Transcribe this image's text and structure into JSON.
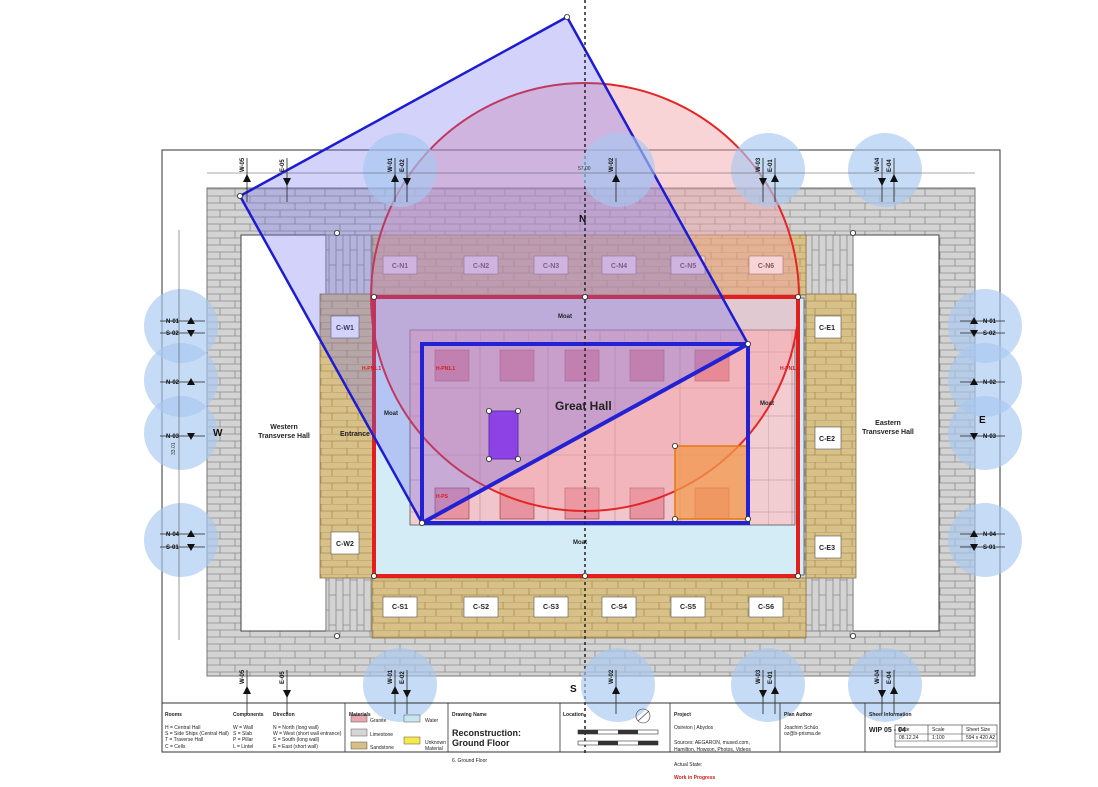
{
  "compass": {
    "north": "N",
    "south": "S",
    "west": "W",
    "east": "E"
  },
  "halls": {
    "great_hall": "Great Hall",
    "western": "Western\nTransverse Hall",
    "eastern": "Eastern\nTransverse Hall",
    "entrance": "Entrance",
    "moat": "Moat"
  },
  "cells_north": [
    "C-N1",
    "C-N2",
    "C-N3",
    "C-N4",
    "C-N5",
    "C-N6"
  ],
  "cells_south": [
    "C-S1",
    "C-S2",
    "C-S3",
    "C-S4",
    "C-S5",
    "C-S6"
  ],
  "cells_west": [
    "C-W1",
    "C-W2"
  ],
  "cells_east": [
    "C-E1",
    "C-E2",
    "C-E3"
  ],
  "pillar_labels": {
    "h_pn11_left": "H-PN1.1",
    "h_pn11_inner": "H-PN1.1",
    "h_pn11_right": "H-PN1.1",
    "h_ps": "H-PS"
  },
  "dimension": {
    "total_width": "57.00",
    "height": "33.01"
  },
  "section_markers": {
    "top": [
      "W-05",
      "E-05",
      "W-01",
      "E-02",
      "W-02",
      "W-03",
      "E-01",
      "W-04",
      "E-04"
    ],
    "bottom": [
      "W-05",
      "E-05",
      "W-01",
      "E-02",
      "W-02",
      "W-03",
      "E-01",
      "W-04",
      "E-04"
    ],
    "left": [
      "N-01",
      "S-02",
      "N-02",
      "N-03",
      "N-04",
      "S-01"
    ],
    "right": [
      "N-01",
      "S-02",
      "N-02",
      "N-03",
      "N-04",
      "S-01"
    ]
  },
  "title_block": {
    "rooms_title": "Rooms",
    "rooms": [
      "H = Central Hall",
      "S = Side Ships (Central Hall)",
      "T = Traverse Hall",
      "C = Cells"
    ],
    "components_title": "Components",
    "components": [
      "W = Wall",
      "S = Slab",
      "P = Pillar",
      "L = Lintel"
    ],
    "direction_title": "Direction",
    "direction": [
      "N = North (long wall)",
      "W = West (short wall entrance)",
      "S = South (long wall)",
      "E = East (short wall)"
    ],
    "materials_title": "Materials",
    "materials": [
      {
        "name": "Granite",
        "color": "#e7a7ad"
      },
      {
        "name": "Limestone",
        "color": "#d6d6d6"
      },
      {
        "name": "Sandstone",
        "color": "#d6bf85"
      },
      {
        "name": "Water",
        "color": "#c8e6f2"
      },
      {
        "name": "Unknown\nMaterial",
        "color": "#f7e84a"
      }
    ],
    "drawing_name_title": "Drawing Name",
    "drawing_name": "Reconstruction:\nGround Floor",
    "drawing_sub": "6. Ground Floor",
    "location_title": "Location",
    "project_title": "Project",
    "project": "Osireion | Abydos",
    "sources": "Sources: AEGARON, mused.com,\nHamilton, Howson, Photos, Videos",
    "state_label": "Actual State:",
    "state": "Work in Progress",
    "plan_author_title": "Plan Author",
    "plan_author": "Joachim Schüo\noz@b-prisma.de",
    "sheet_title": "Sheet Information",
    "sheet": "WIP 05 - 04",
    "date_label": "Date",
    "scale_label": "Scale",
    "size_label": "Sheet Size",
    "date": "08.12.24",
    "scale": "1:100",
    "size": "594 x 420 A2"
  },
  "colors": {
    "limestone": "#d4d4d4",
    "sandstone": "#d8c188",
    "granite": "#e6a4ab",
    "water": "#d4ecf6",
    "blue": "#2424d0",
    "red": "#e82020",
    "marker": "#a8c8f0"
  }
}
